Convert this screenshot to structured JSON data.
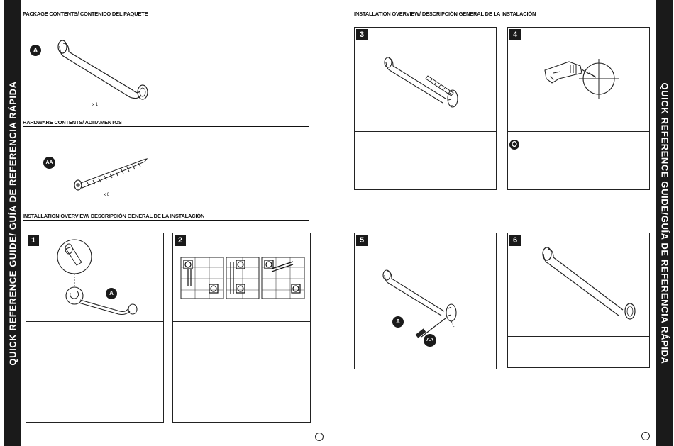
{
  "sidebar": {
    "left_text": "QUICK REFERENCE GUIDE/ GUÍA DE REFERENCIA RÁPIDA",
    "right_text": "QUICK REFERENCE GUIDE/GUÍA DE REFERENCIA RÁPIDA"
  },
  "left_page": {
    "package_heading": "PACKAGE CONTENTS/ CONTENIDO DEL PAQUETE",
    "part_a_label": "A",
    "part_a_qty": "x 1",
    "hardware_heading": "HARDWARE CONTENTS/ ADITAMENTOS",
    "part_aa_label": "AA",
    "part_aa_qty": "x 6",
    "install_heading": "INSTALLATION OVERVIEW/ DESCRIPCIÓN GENERAL DE LA INSTALACIÓN",
    "step1": "1",
    "step1_callout": "A",
    "step2": "2"
  },
  "right_page": {
    "install_heading": "INSTALLATION OVERVIEW/ DESCRIPCIÓN GENERAL DE LA INSTALACIÓN",
    "step3": "3",
    "step4": "4",
    "step5": "5",
    "step5_callout_a": "A",
    "step5_callout_aa": "AA",
    "step6": "6"
  }
}
